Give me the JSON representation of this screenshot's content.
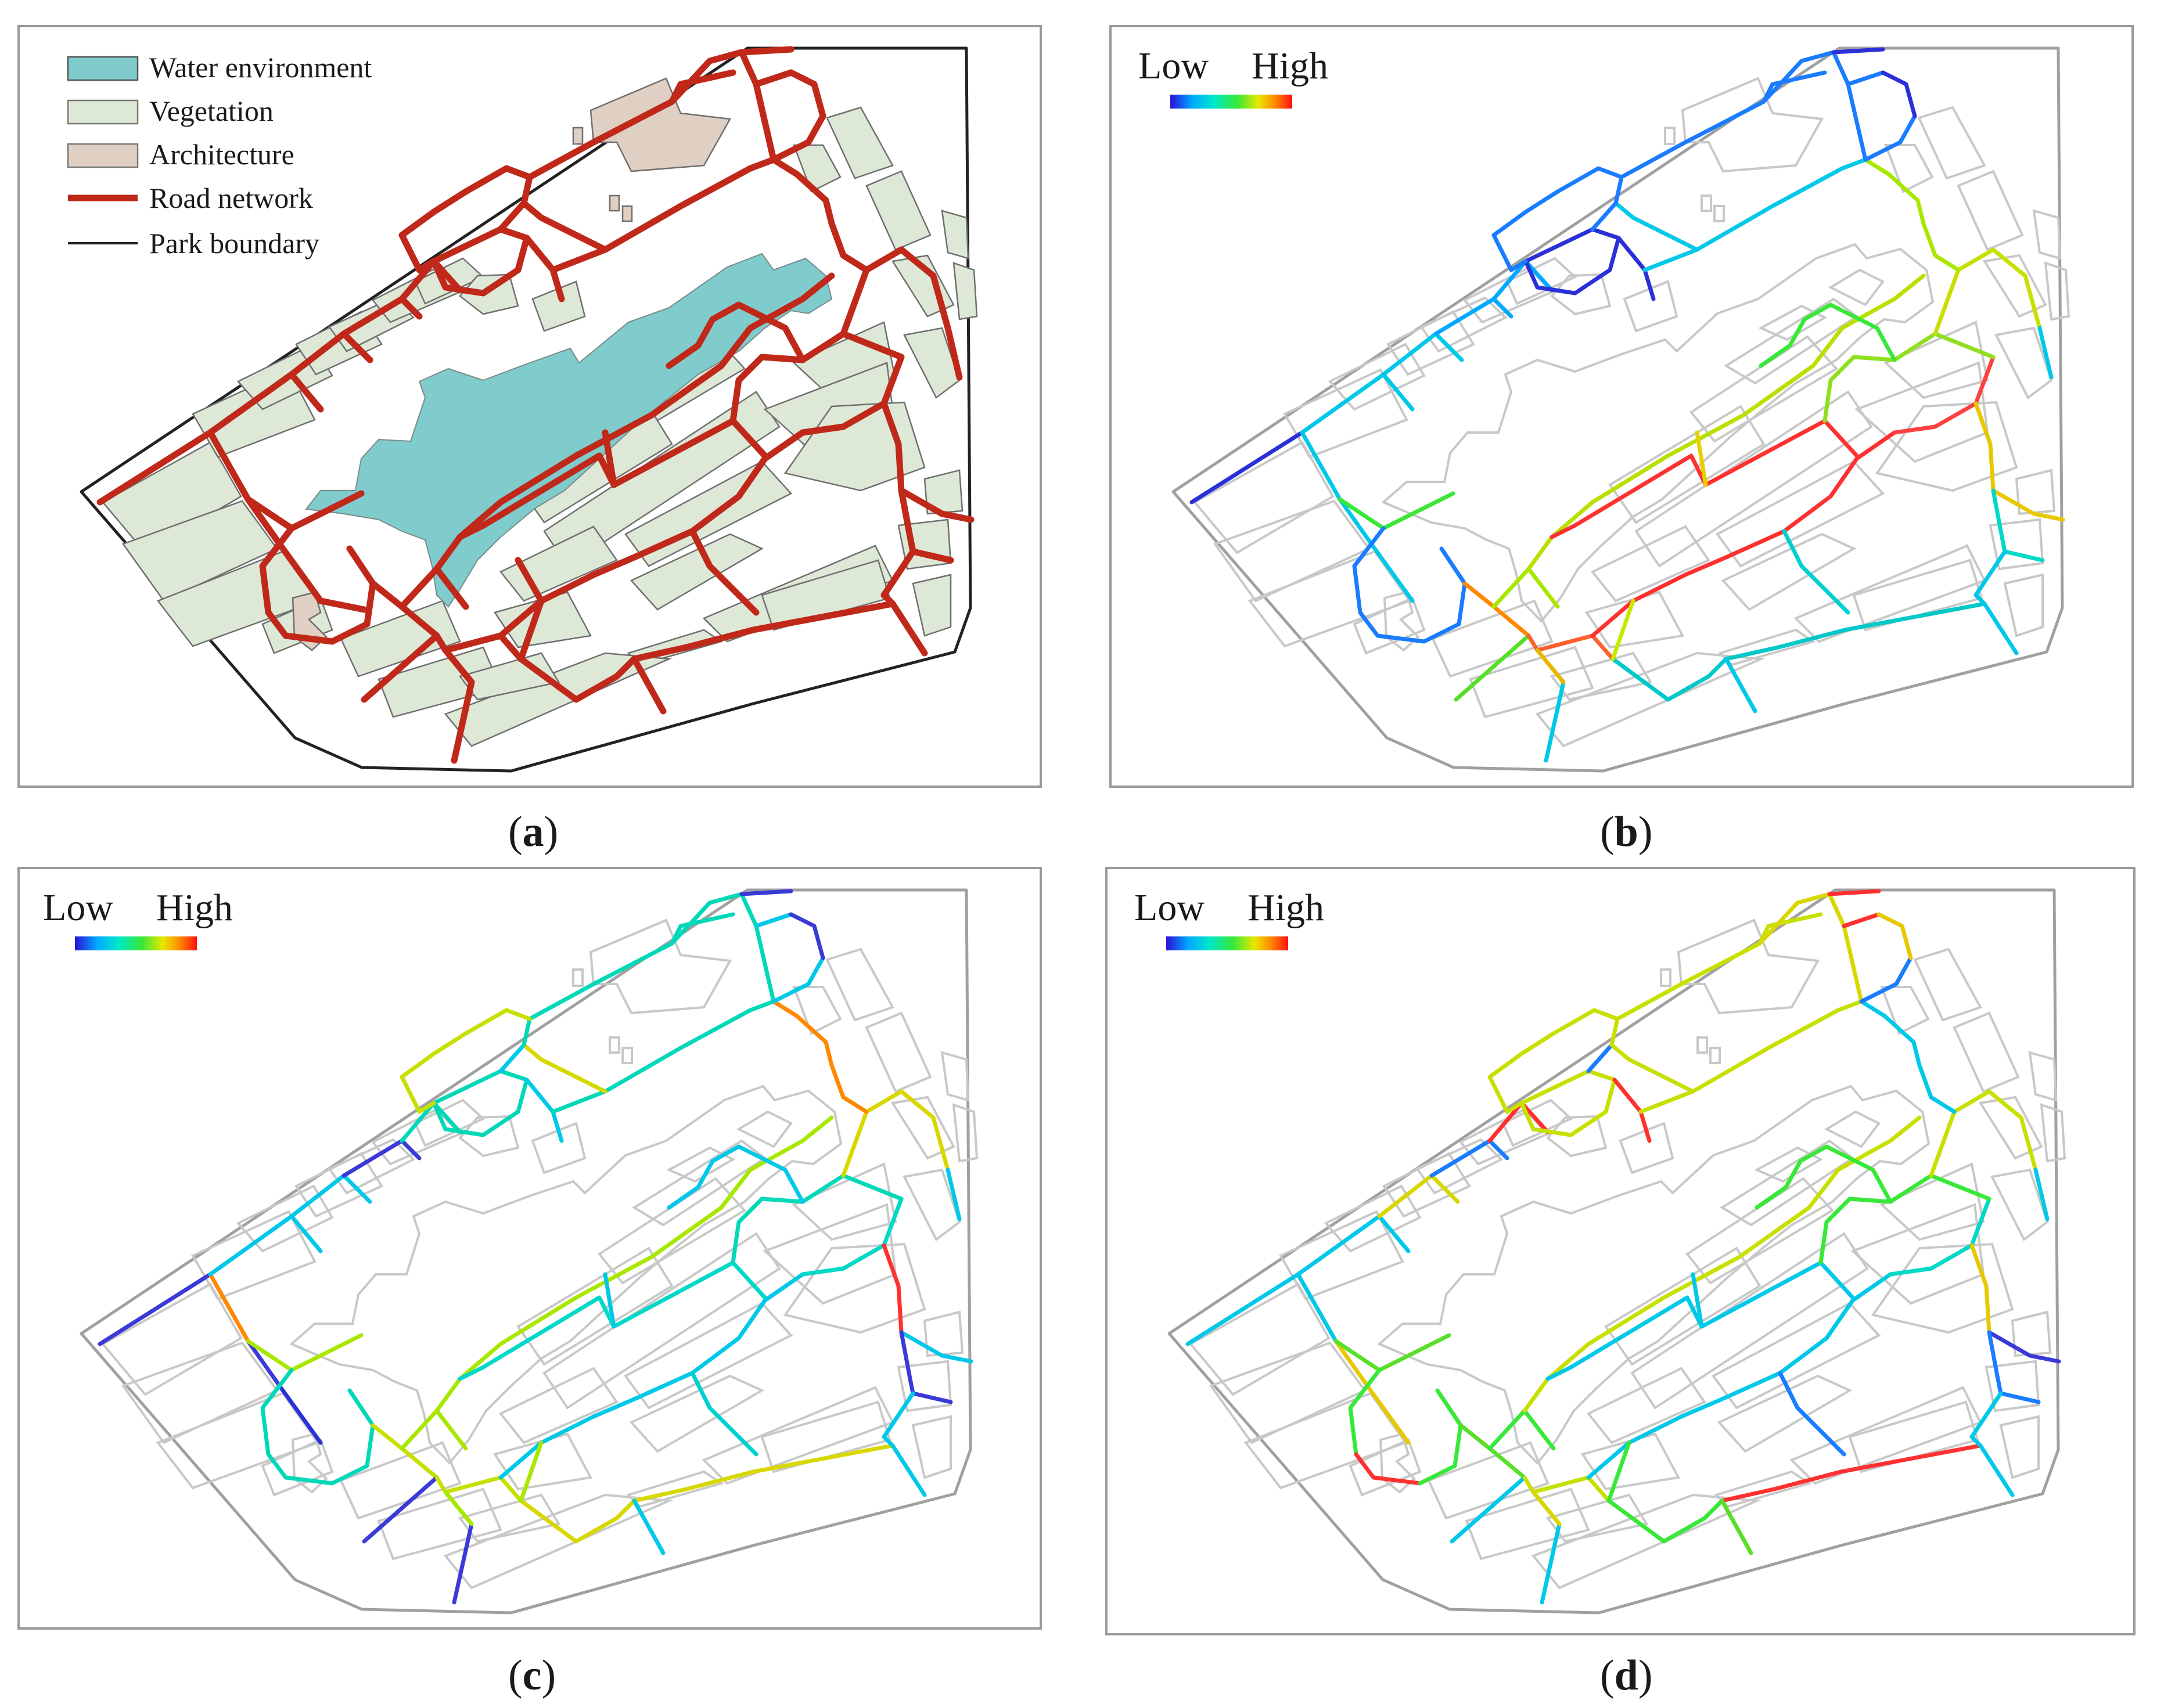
{
  "panel_a": {
    "legend": {
      "water": "Water environment",
      "vegetation": "Vegetation",
      "architecture": "Architecture",
      "road": "Road network",
      "boundary": "Park boundary"
    },
    "caption": {
      "open": "(",
      "letter": "a",
      "close": ")"
    }
  },
  "panel_b": {
    "scale_low": "Low",
    "scale_high": "High",
    "caption": {
      "open": "(",
      "letter": "b",
      "close": ")"
    }
  },
  "panel_c": {
    "scale_low": "Low",
    "scale_high": "High",
    "caption": {
      "open": "(",
      "letter": "c",
      "close": ")"
    }
  },
  "panel_d": {
    "scale_low": "Low",
    "scale_high": "High",
    "caption": {
      "open": "(",
      "letter": "d",
      "close": ")"
    }
  },
  "colors": {
    "water": "#80cbcb",
    "vegetation": "#dde8d7",
    "architecture": "#e0cfc3",
    "road_network": "#c0281a",
    "park_boundary": "#222222",
    "scale": [
      "#2a10d8",
      "#00a8ff",
      "#00e8c8",
      "#38e838",
      "#e8e800",
      "#ff8800",
      "#ff1010"
    ]
  }
}
